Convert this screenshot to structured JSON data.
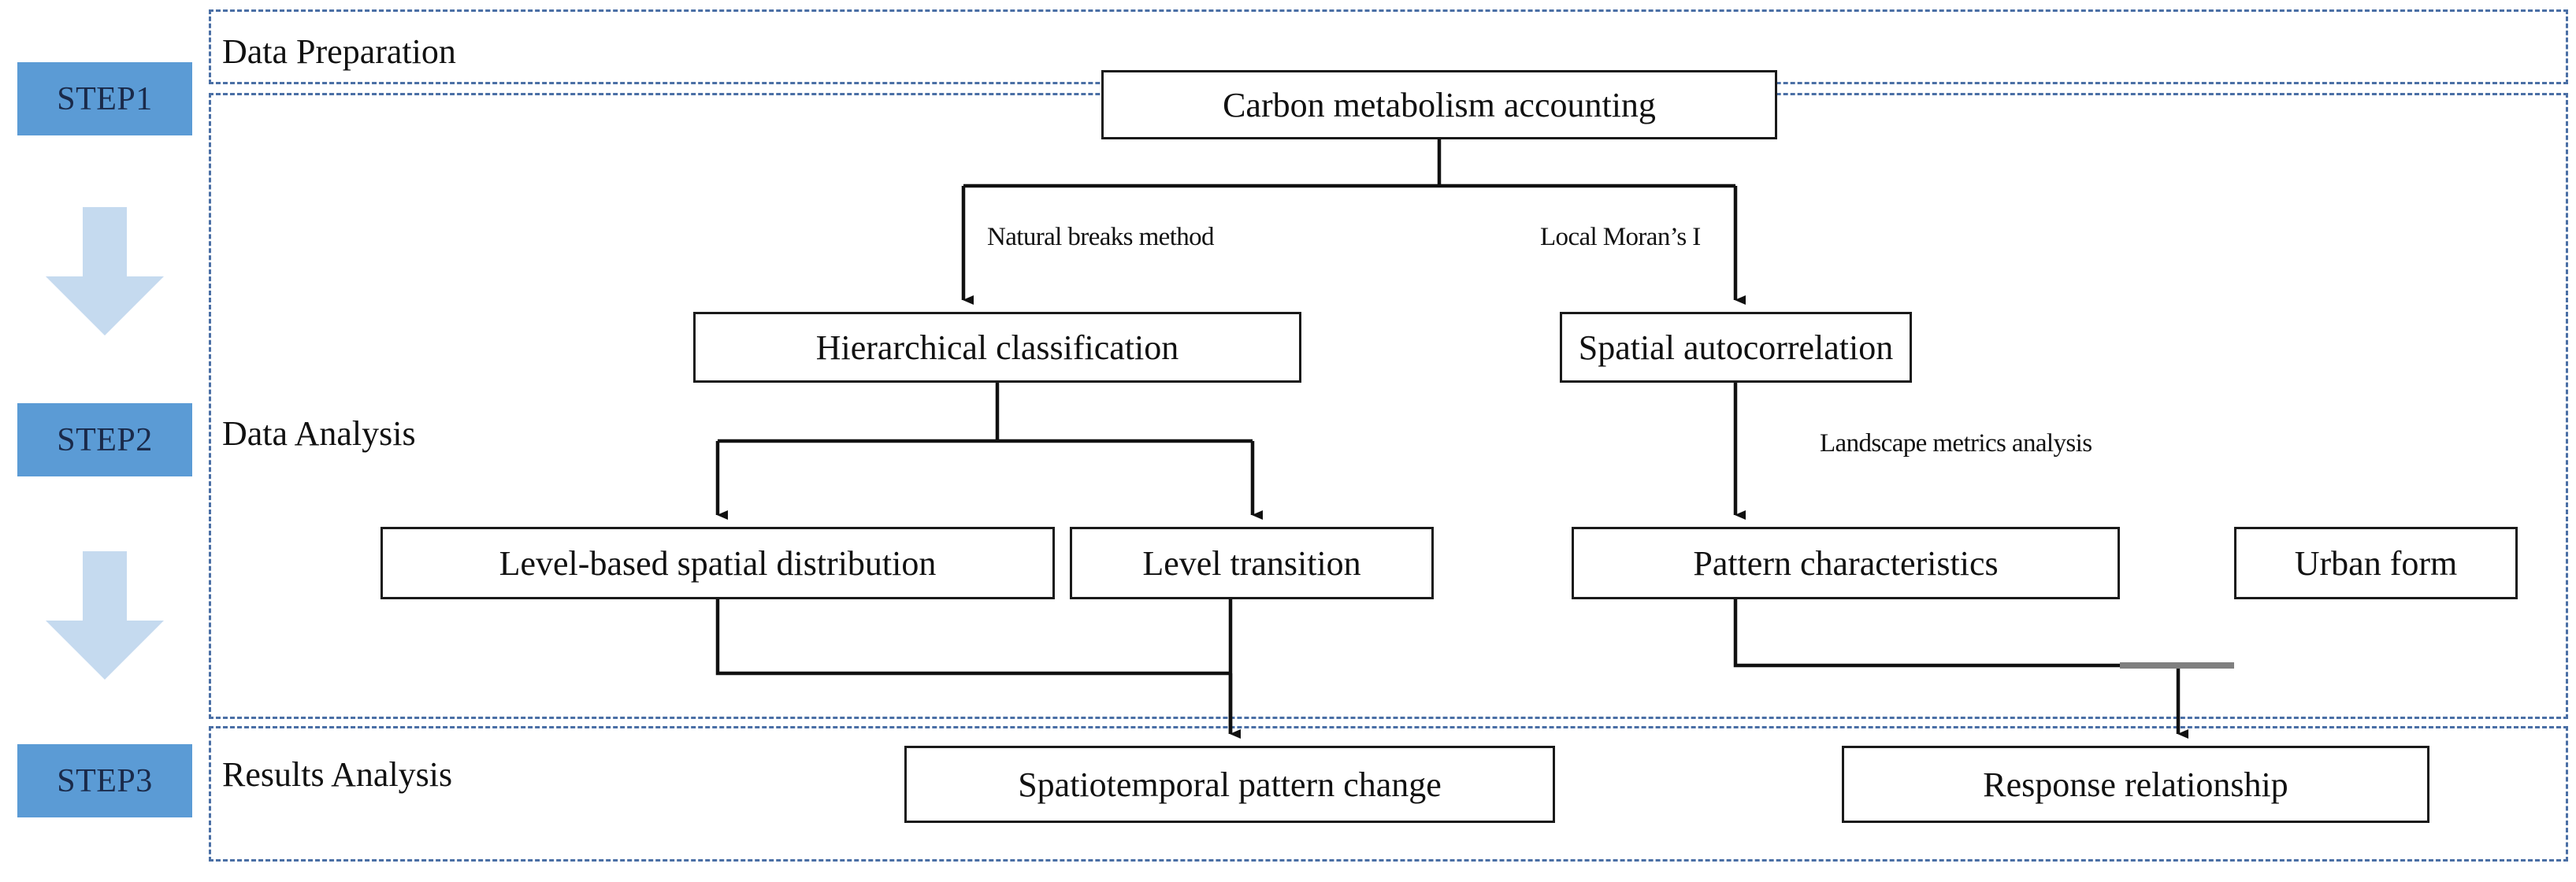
{
  "diagram": {
    "title": "Research framework flowchart",
    "accent_color": "#5b9bd5",
    "band_border_color": "#4a6fa5",
    "arrow_fill": "#c5daef",
    "box_border_color": "#1a1a1a"
  },
  "steps": [
    {
      "badge": "STEP1",
      "title": "Data Preparation"
    },
    {
      "badge": "STEP2",
      "title": "Data Analysis"
    },
    {
      "badge": "STEP3",
      "title": "Results  Analysis"
    }
  ],
  "nodes": {
    "carbon": "Carbon  metabolism  accounting",
    "hierarchical": "Hierarchical  classification",
    "spatial_autocorrelation": "Spatial  autocorrelation",
    "level_based_spatial_distribution": "Level-based  spatial  distribution",
    "level_transition": "Level  transition",
    "pattern_characteristics": "Pattern  characteristics",
    "urban_form": "Urban  form",
    "spatiotemporal_pattern_change": "Spatiotemporal  pattern  change",
    "response_relationship": "Response  relationship"
  },
  "edge_labels": {
    "natural_breaks": "Natural breaks method",
    "local_morans_i": "Local Moran’s I",
    "landscape_metrics": "Landscape metrics analysis"
  },
  "flow_arrows": {
    "step1_to_step2": "down-arrow",
    "step2_to_step3": "down-arrow"
  }
}
